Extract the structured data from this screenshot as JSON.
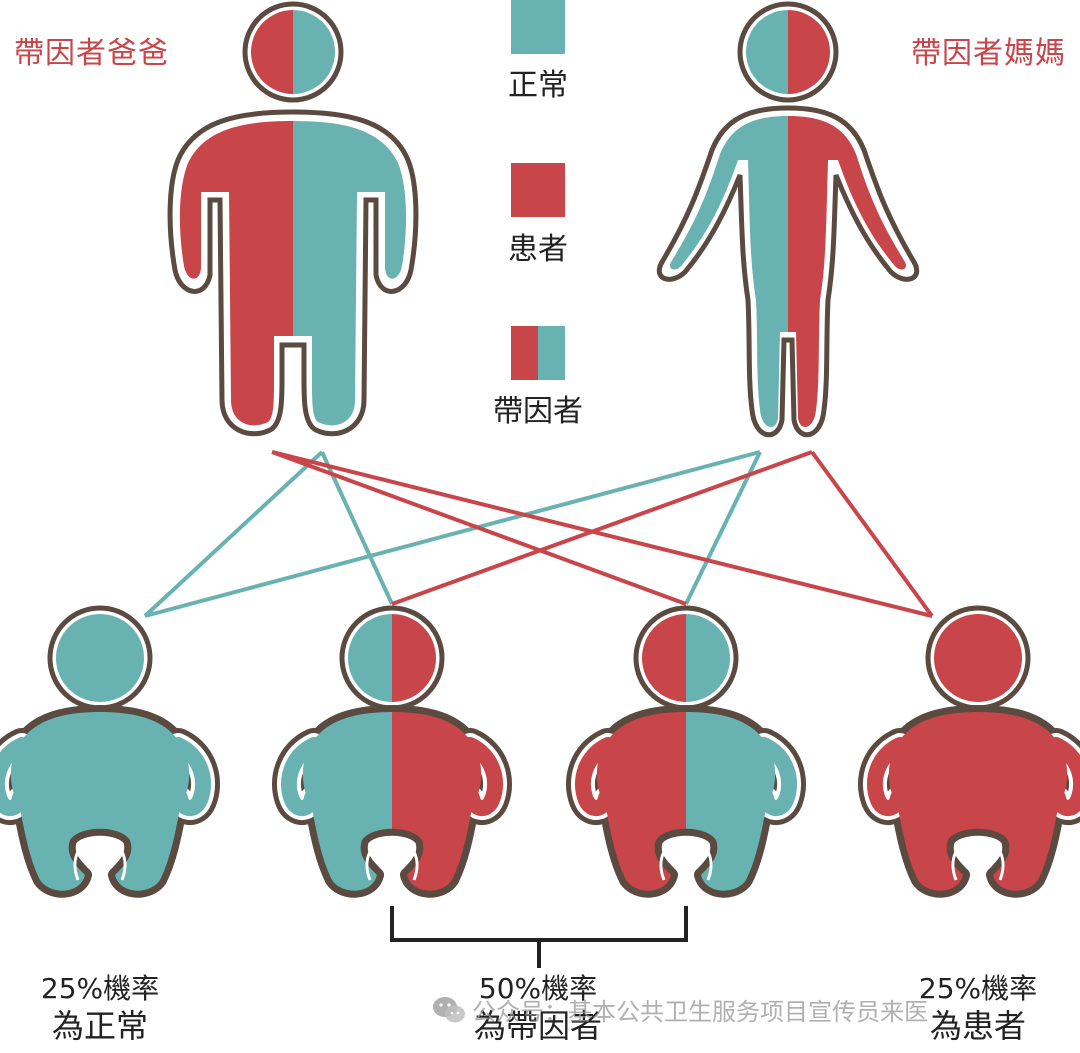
{
  "parents": {
    "father_label": "帶因者爸爸",
    "mother_label": "帶因者媽媽"
  },
  "legend": {
    "normal": "正常",
    "patient": "患者",
    "carrier": "帶因者"
  },
  "outcomes": {
    "normal": {
      "pct": "25%機率",
      "desc": "為正常"
    },
    "carrier": {
      "pct": "50%機率",
      "desc": "為帶因者"
    },
    "patient": {
      "pct": "25%機率",
      "desc": "為患者"
    }
  },
  "watermark": "公众号：基本公共卫生服务项目宣传员来医",
  "colors": {
    "normal": "#68b3b1",
    "patient": "#c8454a",
    "outline": "#5a4a40"
  },
  "icons": [
    "wechat-icon"
  ]
}
